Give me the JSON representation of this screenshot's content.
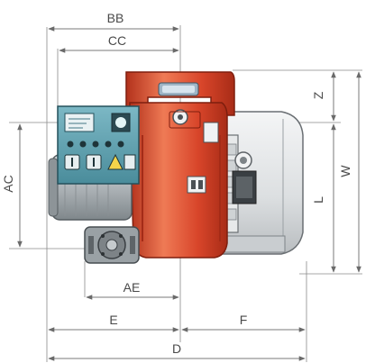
{
  "dimensions": {
    "bb": "BB",
    "cc": "CC",
    "z": "Z",
    "w": "W",
    "ac": "AC",
    "l": "L",
    "ae": "AE",
    "e": "E",
    "f": "F",
    "d": "D"
  },
  "colors": {
    "body_red": "#d8452a",
    "body_red_dark": "#b3321c",
    "body_red_light": "#ef7a55",
    "panel_teal": "#5fa3b3",
    "panel_dark": "#2f5f6b",
    "motor_grey": "#b9bec2",
    "motor_dark": "#6d7478",
    "cover_grey": "#e6e8ea",
    "dim_line": "#7a7a7a",
    "dim_text": "#4a4a4a"
  }
}
